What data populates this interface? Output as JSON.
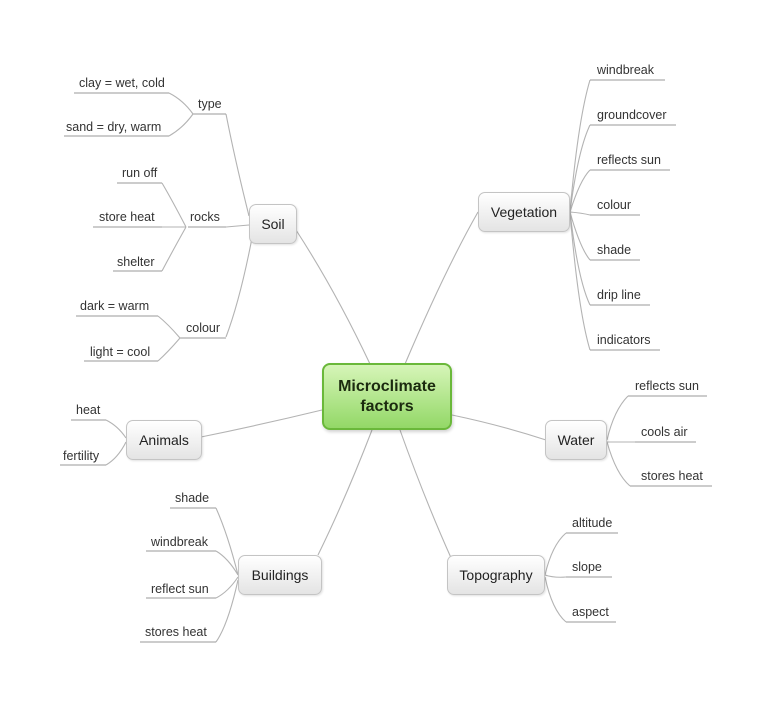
{
  "center": {
    "line1": "Microclimate",
    "line2": "factors"
  },
  "soil": {
    "label": "Soil",
    "type": {
      "label": "type",
      "clay": "clay = wet, cold",
      "sand": "sand = dry, warm"
    },
    "rocks": {
      "label": "rocks",
      "run_off": "run off",
      "store_heat": "store heat",
      "shelter": "shelter"
    },
    "colour": {
      "label": "colour",
      "dark": "dark = warm",
      "light": "light = cool"
    }
  },
  "vegetation": {
    "label": "Vegetation",
    "items": [
      "windbreak",
      "groundcover",
      "reflects sun",
      "colour",
      "shade",
      "drip line",
      "indicators"
    ]
  },
  "water": {
    "label": "Water",
    "items": [
      "reflects sun",
      "cools air",
      "stores heat"
    ]
  },
  "animals": {
    "label": "Animals",
    "items": [
      "heat",
      "fertility"
    ]
  },
  "buildings": {
    "label": "Buildings",
    "items": [
      "shade",
      "windbreak",
      "reflect sun",
      "stores heat"
    ]
  },
  "topography": {
    "label": "Topography",
    "items": [
      "altitude",
      "slope",
      "aspect"
    ]
  }
}
